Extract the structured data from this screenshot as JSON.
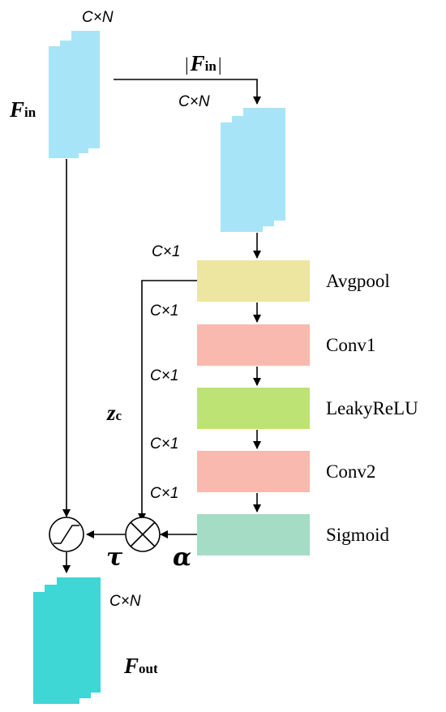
{
  "colors": {
    "feature_in": "#a8e4f7",
    "feature_out": "#3fd6d6",
    "avgpool": "#ede6a0",
    "conv": "#f9b9ae",
    "leakyrelu": "#bde374",
    "sigmoid": "#a5dcc6",
    "line": "#000000"
  },
  "labels": {
    "dim_cn": "C×N",
    "dim_c1": "C×1",
    "f_main": "F",
    "f_in_sub": "in",
    "f_out_sub": "out",
    "abs_bar": "|",
    "z_main": "z",
    "z_sub": "c",
    "tau": "τ",
    "alpha": "α"
  },
  "blocks": {
    "avgpool": "Avgpool",
    "conv1": "Conv1",
    "leakyrelu": "LeakyReLU",
    "conv2": "Conv2",
    "sigmoid": "Sigmoid"
  },
  "icons": {
    "multiply": "circled-times-icon",
    "threshold": "soft-threshold-icon"
  }
}
